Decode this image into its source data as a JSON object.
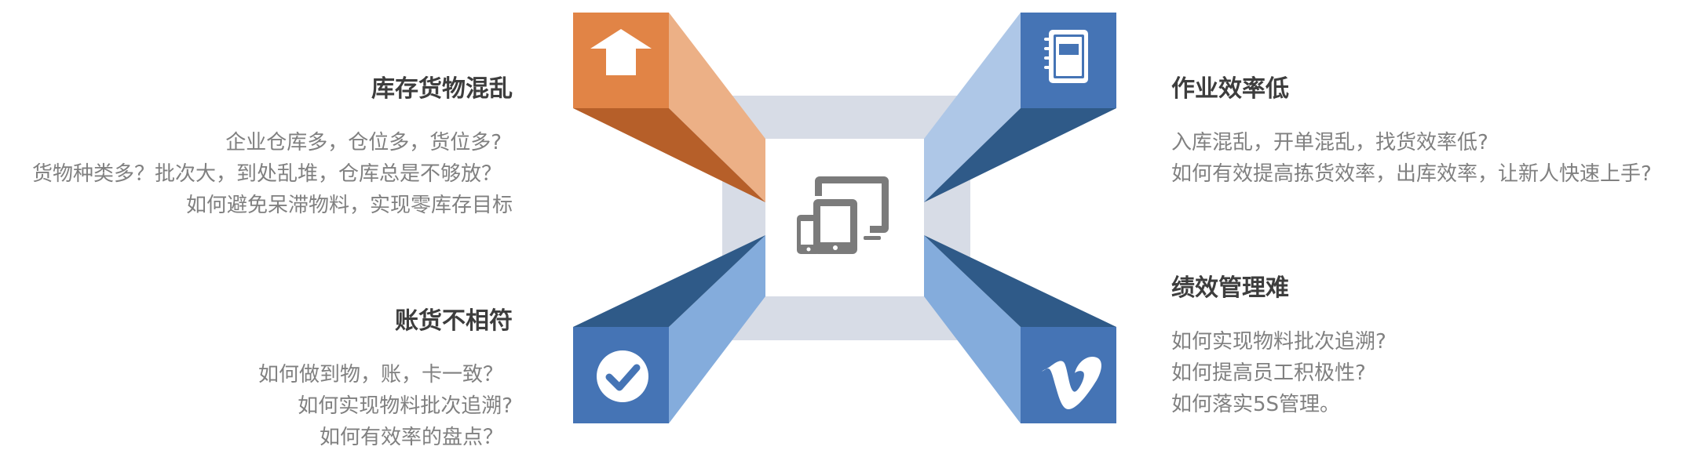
{
  "colors": {
    "orange": "#e18446",
    "orange_light": "#ecb086",
    "orange_dark": "#b65f29",
    "blue": "#4574b5",
    "blue_light": "#aec7e7",
    "blue_mid": "#84acdc",
    "blue_dark": "#2f5a88",
    "frame": "#d7dce6",
    "center": "#ffffff",
    "device_icon": "#7b7b7b",
    "title_text": "#3d3d3d",
    "body_text": "#808080"
  },
  "center_icon": "devices-icon",
  "panels": [
    {
      "id": "top-left",
      "title": "库存货物混乱",
      "lines": [
        "企业仓库多，仓位多，货位多?",
        "货物种类多？批次大，到处乱堆，仓库总是不够放？",
        "如何避免呆滞物料，实现零库存目标"
      ],
      "icon": "upload-arrow-icon"
    },
    {
      "id": "bottom-left",
      "title": "账货不相符",
      "lines": [
        "如何做到物，账，卡一致？",
        "如何实现物料批次追溯?",
        "如何有效率的盘点？"
      ],
      "icon": "check-circle-icon"
    },
    {
      "id": "top-right",
      "title": "作业效率低",
      "lines": [
        "入库混乱，开单混乱，找货效率低?",
        "如何有效提高拣货效率，出库效率，让新人快速上手?"
      ],
      "icon": "notebook-icon"
    },
    {
      "id": "bottom-right",
      "title": "绩效管理难",
      "lines": [
        "如何实现物料批次追溯?",
        "如何提高员工积极性?",
        "如何落实5S管理。"
      ],
      "icon": "vimeo-v-icon"
    }
  ]
}
